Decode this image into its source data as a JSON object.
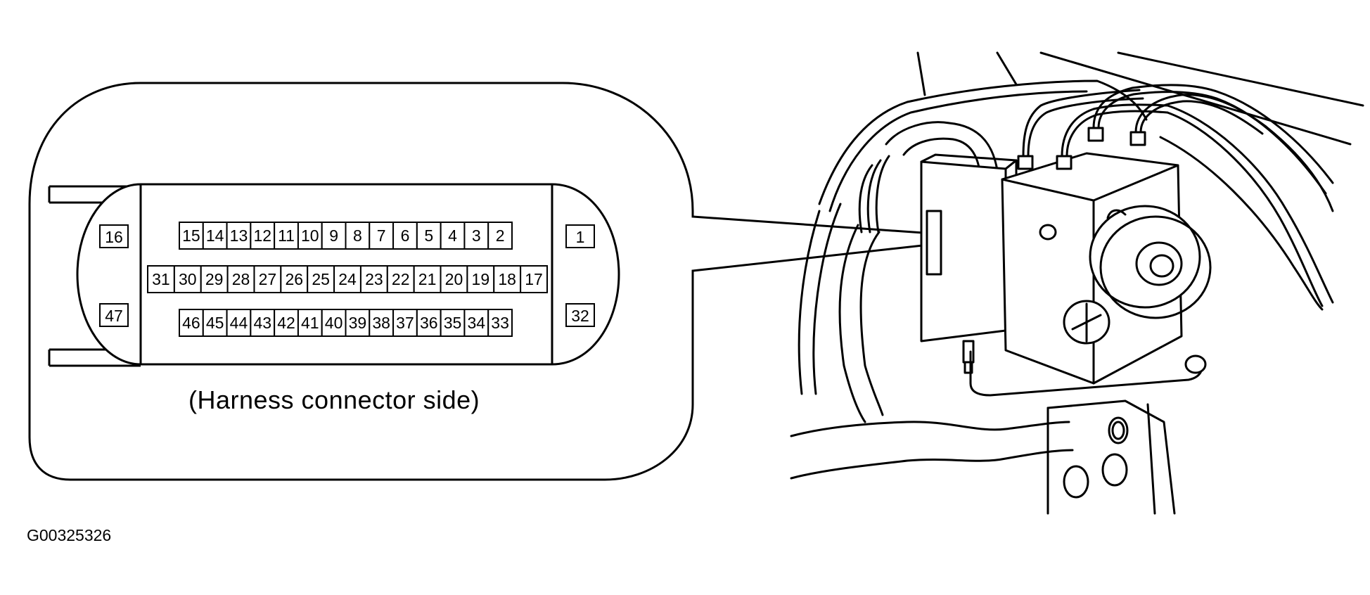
{
  "connector": {
    "caption": "(Harness connector side)",
    "row_top": [
      "15",
      "14",
      "13",
      "12",
      "11",
      "10",
      "9",
      "8",
      "7",
      "6",
      "5",
      "4",
      "3",
      "2"
    ],
    "row_middle": [
      "31",
      "30",
      "29",
      "28",
      "27",
      "26",
      "25",
      "24",
      "23",
      "22",
      "21",
      "20",
      "19",
      "18",
      "17"
    ],
    "row_bottom": [
      "46",
      "45",
      "44",
      "43",
      "42",
      "41",
      "40",
      "39",
      "38",
      "37",
      "36",
      "35",
      "34",
      "33"
    ],
    "left_top_pin": "16",
    "left_bottom_pin": "47",
    "right_top_pin": "1",
    "right_bottom_pin": "32"
  },
  "figure_id": "G00325326",
  "colors": {
    "line": "#000000",
    "background": "#ffffff"
  },
  "icons": [
    "abs-actuator-illustration",
    "callout-pointer"
  ]
}
